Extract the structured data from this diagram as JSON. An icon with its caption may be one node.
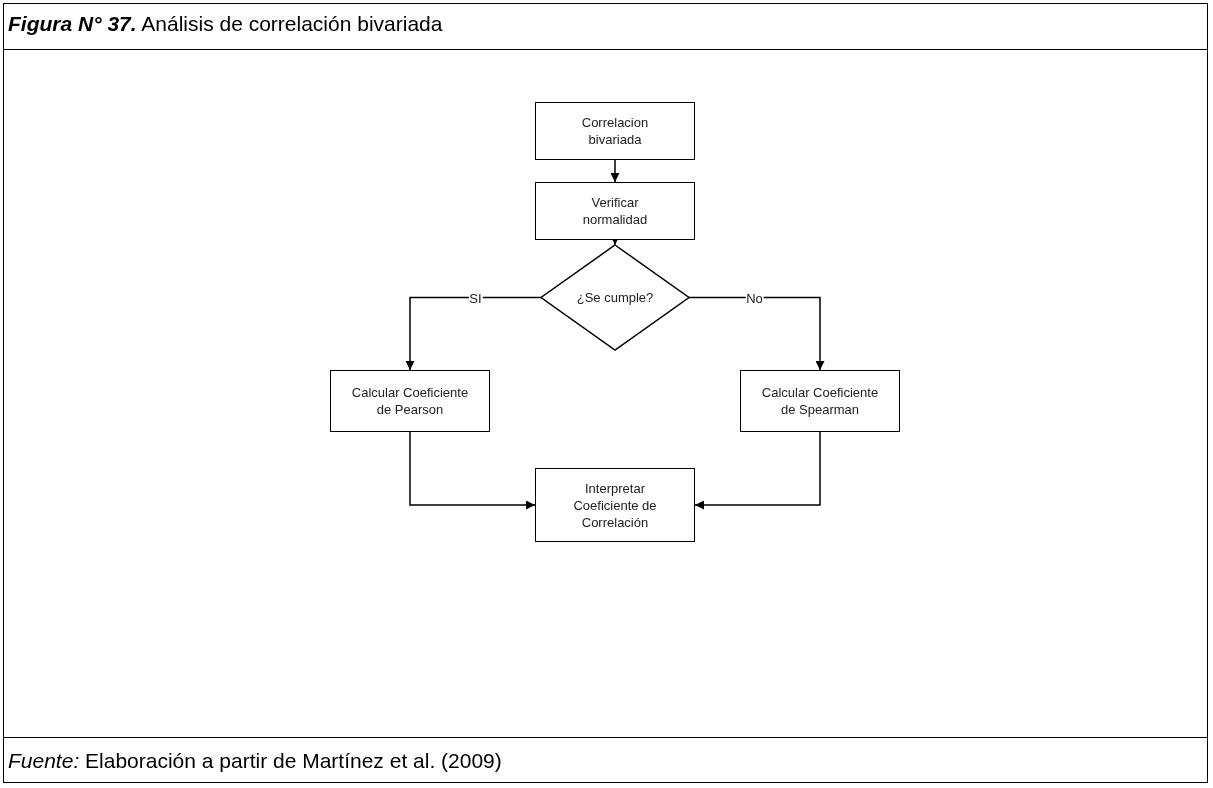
{
  "diagram": {
    "title": "**Figura N° 37.** Análisis de correlación bivariada",
    "caption": "*Fuente:* Elaboración a partir de Martínez et al. (2009)",
    "nodes": [
      {
        "text": [
          "Correlacion bivariada"
        ]
      },
      {
        "text": [
          "Verificar normalidad"
        ]
      },
      {
        "text": [
          "¿Se cumple?"
        ]
      },
      {
        "text": [
          "Calcular Coeficiente de Pearson"
        ]
      },
      {
        "text": [
          "Calcular Coeficiente de Spearman"
        ]
      },
      {
        "text": [
          "Interpretar Coeficiente de Correlación"
        ]
      }
    ],
    "edges": [
      {
        "from": 0,
        "to": 1,
        "arrow": "to"
      },
      {
        "from": 1,
        "to": 2,
        "arrow": "to"
      },
      {
        "from": 2,
        "to": 3,
        "arrow": "to",
        "label": "SI"
      },
      {
        "from": 2,
        "to": 4,
        "arrow": "to",
        "label": "No"
      },
      {
        "from": 3,
        "to": 5,
        "arrow": "to"
      },
      {
        "from": 4,
        "to": 5,
        "arrow": "to"
      }
    ]
  }
}
